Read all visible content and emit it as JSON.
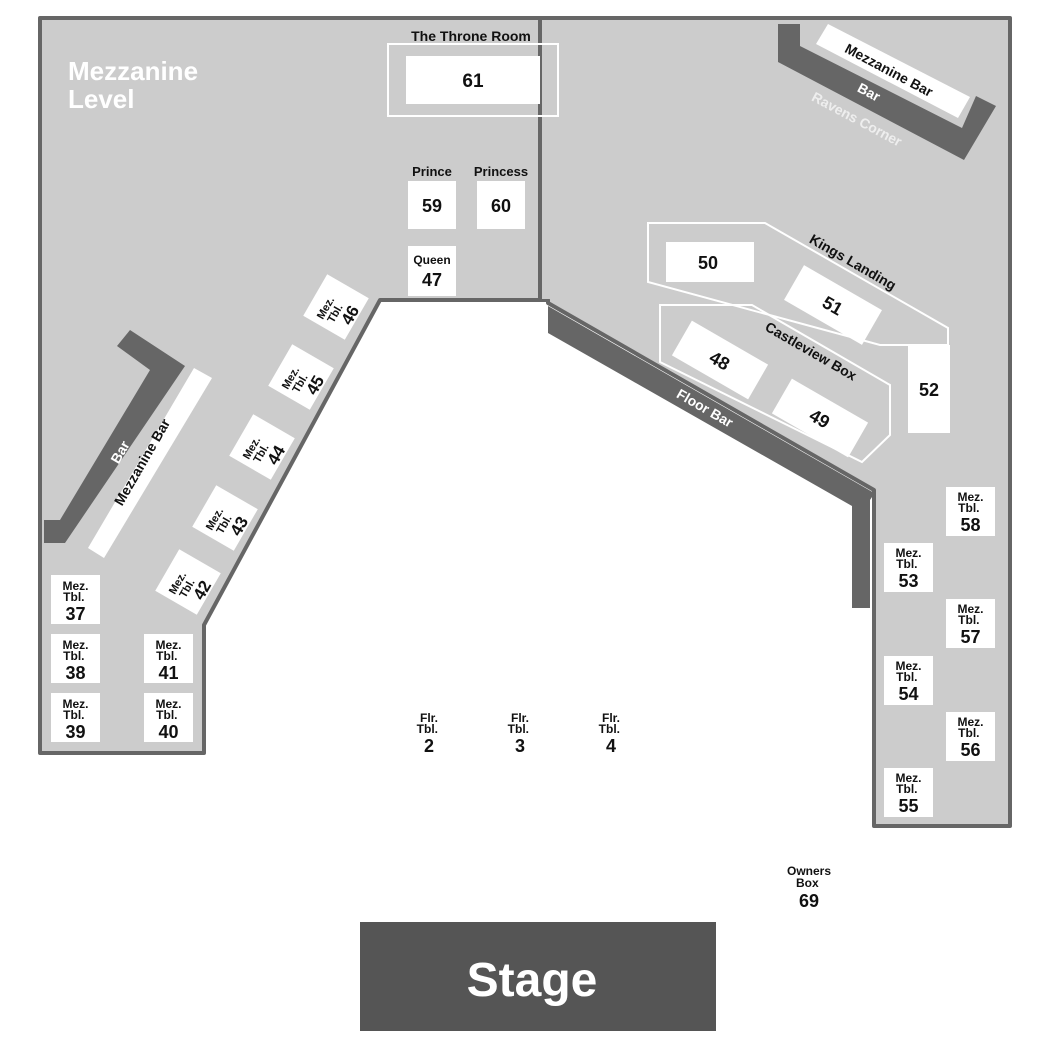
{
  "level_title": [
    "Mezzanine",
    "Level"
  ],
  "stage": {
    "label": "Stage"
  },
  "throne_room": {
    "label": "The Throne Room",
    "number": "61"
  },
  "prince": {
    "label": "Prince",
    "number": "59"
  },
  "princess": {
    "label": "Princess",
    "number": "60"
  },
  "queen": {
    "label": "Queen",
    "number": "47"
  },
  "kings_landing": {
    "label": "Kings Landing",
    "boxes": [
      "50",
      "51"
    ]
  },
  "castleview": {
    "label": "Castleview Box",
    "boxes": [
      "48",
      "49"
    ]
  },
  "box_52": "52",
  "bars": {
    "top_right_bar": "Bar",
    "top_right_mezz_bar": "Mezzanine Bar",
    "ravens_corner": "Ravens Corner",
    "left_bar": "Bar",
    "left_mezz_bar": "Mezzanine Bar",
    "floor_bar": "Floor Bar"
  },
  "mez_prefix": [
    "Mez.",
    "Tbl."
  ],
  "flr_prefix": [
    "Flr.",
    "Tbl."
  ],
  "mez_tables_left": [
    "37",
    "38",
    "39",
    "40",
    "41"
  ],
  "mez_tables_diag": [
    "42",
    "43",
    "44",
    "45",
    "46"
  ],
  "mez_tables_right": [
    "53",
    "54",
    "55",
    "56",
    "57",
    "58"
  ],
  "floor_tables": [
    "2",
    "3",
    "4"
  ],
  "owners_box": {
    "lines": [
      "Owners",
      "Box"
    ],
    "number": "69"
  },
  "colors": {
    "floor": "#cccccc",
    "bar": "#666666",
    "outline": "#666666",
    "seat": "#ffffff",
    "stage": "#555555",
    "ravens": "#eeeeee"
  }
}
